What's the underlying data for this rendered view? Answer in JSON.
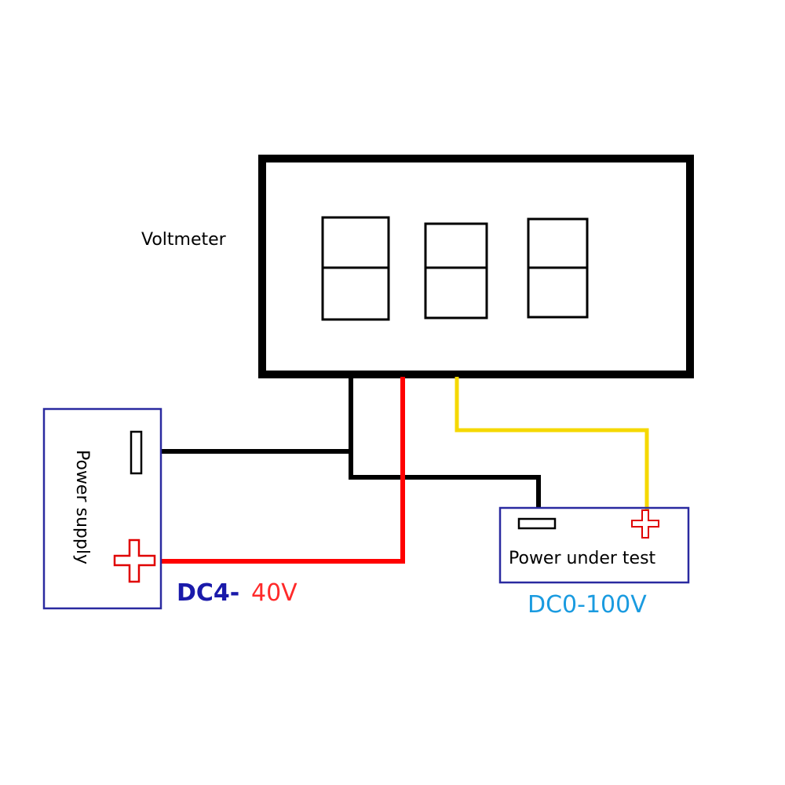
{
  "voltmeter": {
    "label": "Voltmeter"
  },
  "power_supply": {
    "label": "Power supply",
    "range_prefix": "DC4-",
    "range_suffix": "40V"
  },
  "power_under_test": {
    "label": "Power under test",
    "range": "DC0-100V"
  },
  "colors": {
    "black_wire": "#000000",
    "red_wire": "#ff0000",
    "yellow_wire": "#f5d800",
    "box_border": "#2a2aa0",
    "dc4_text": "#1a1aaa",
    "v40_text": "#ff2a2a",
    "dc0_text": "#1a9be0"
  }
}
